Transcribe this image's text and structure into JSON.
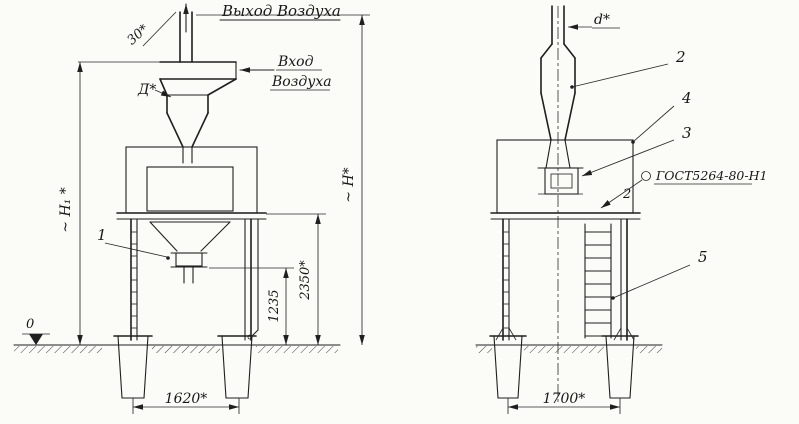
{
  "drawing": {
    "left": {
      "air_outlet": "Выход Воздуха",
      "air_inlet_1": "Вход",
      "air_inlet_2": "Воздуха",
      "angle": "30*",
      "dia": "Д*",
      "h1": "~ Н₁ *",
      "h": "~ Н*",
      "d2350": "2350*",
      "d1235": "1235",
      "d1620": "1620*",
      "zero": "0",
      "item1": "1"
    },
    "right": {
      "dia": "d*",
      "item2": "2",
      "item3": "3",
      "item4": "4",
      "item5": "5",
      "weld": "ГОСТ5264-80-Н1",
      "weld_num": "2",
      "d1700": "1700*"
    }
  }
}
